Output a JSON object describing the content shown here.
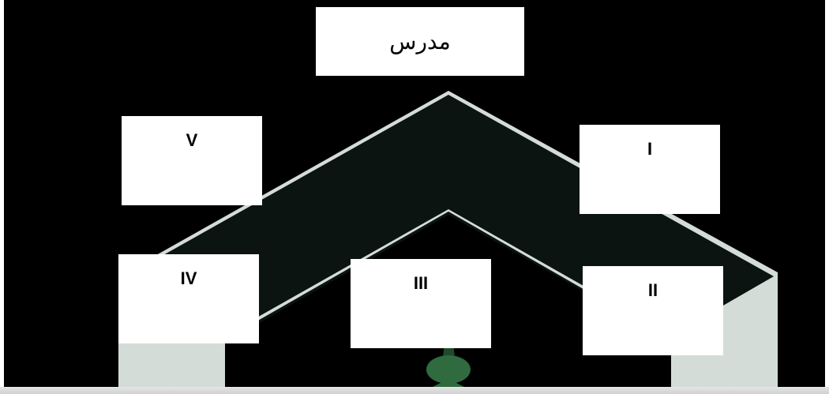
{
  "diagram": {
    "teacher_label": "مدرس",
    "nodes": [
      {
        "id": "I",
        "label": "I"
      },
      {
        "id": "II",
        "label": "II"
      },
      {
        "id": "III",
        "label": "III"
      },
      {
        "id": "IV",
        "label": "IV"
      },
      {
        "id": "V",
        "label": "V"
      }
    ]
  },
  "colors": {
    "background": "#000000",
    "box": "#ffffff",
    "watermark_light": "#d4dcd8",
    "watermark_dark": "#0b1410",
    "watermark_green": "#2f6b3f"
  }
}
